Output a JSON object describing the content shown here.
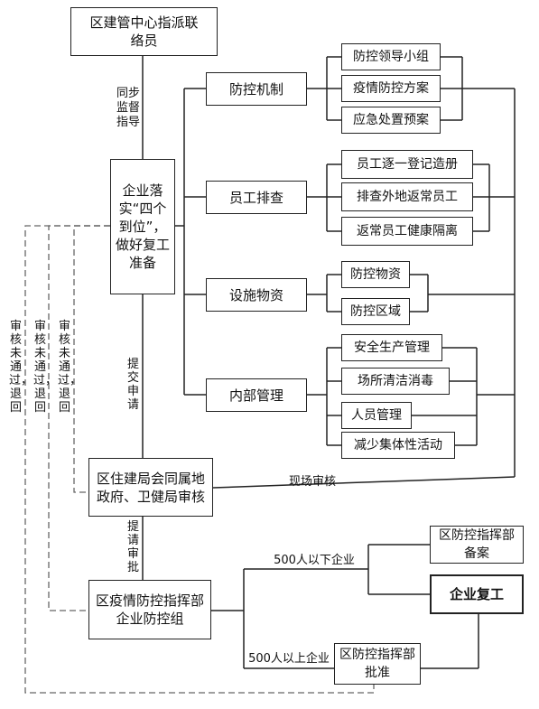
{
  "nodes": {
    "district_center": "区建管中心指派联络员",
    "enterprise": "企业落实“四个到位”，做好复工准备",
    "mechanism": "防控机制",
    "staff_check": "员工排查",
    "facilities": "设施物资",
    "internal_mgmt": "内部管理",
    "leading_group": "防控领导小组",
    "epidemic_plan": "疫情防控方案",
    "emergency_plan": "应急处置预案",
    "staff_register": "员工逐一登记造册",
    "check_returnees": "排查外地返常员工",
    "isolation": "返常员工健康隔离",
    "supplies": "防控物资",
    "control_area": "防控区域",
    "safety_mgmt": "安全生产管理",
    "disinfection": "场所清洁消毒",
    "personnel_mgmt": "人员管理",
    "reduce_activities": "减少集体性活动",
    "joint_review": "区住建局会同属地政府、卫健局审核",
    "epidemic_group": "区疫情防控指挥部企业防控组",
    "command_record": "区防控指挥部备案",
    "resume_work": "企业复工",
    "command_approve": "区防控指挥部批准"
  },
  "edge_labels": {
    "guide": "同步监督指导",
    "submit": "提交申请",
    "request_approval": "提请审批",
    "site_review": "现场审核",
    "under_500": "500人以下企业",
    "over_500": "500人以上企业",
    "reject_1": "审核未通过，退回",
    "reject_2": "审核未通过，退回",
    "reject_3": "审核未通过，退回"
  }
}
